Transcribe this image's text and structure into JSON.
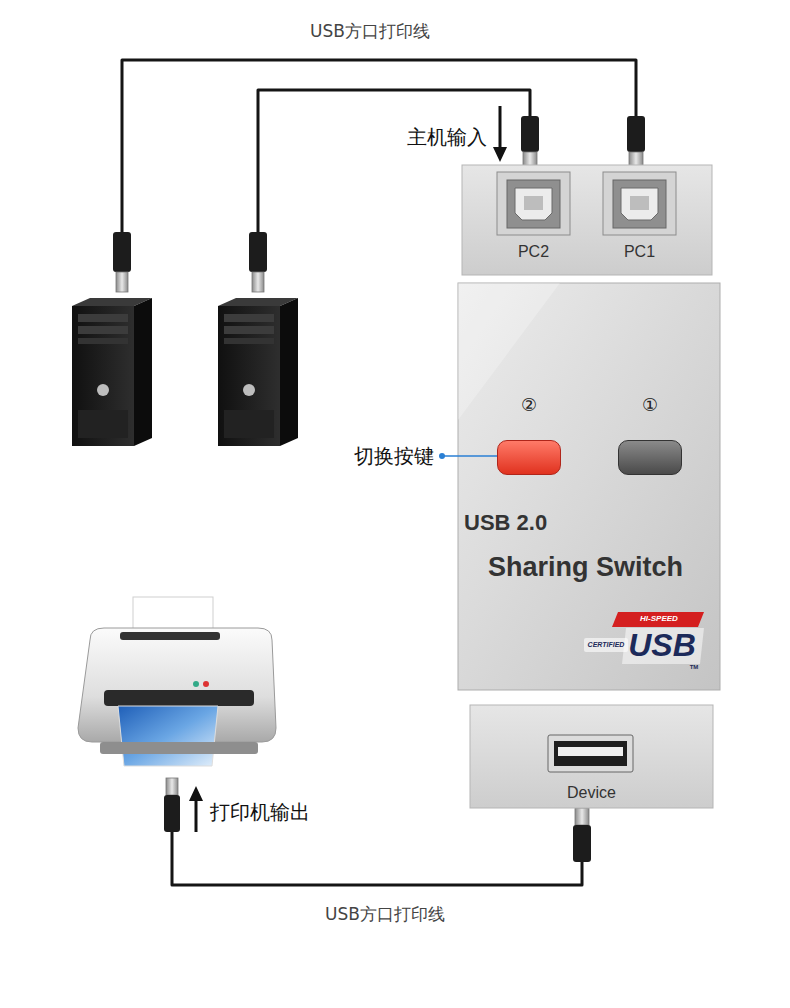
{
  "diagram": {
    "nodes": [
      {
        "text": [
          "PC2"
        ]
      },
      {
        "text": [
          "PC1"
        ]
      },
      {
        "text": [
          "USB 2.0",
          "Sharing Switch"
        ]
      },
      {
        "text": [
          "②"
        ],
        "in": 2
      },
      {
        "text": [
          "①"
        ],
        "in": 2
      },
      {
        "text": [
          "Device"
        ]
      }
    ],
    "labels": [
      "USB方口打印线",
      "主机输入",
      "切换按键",
      "HI-SPEED",
      "CERTIFIED",
      "USB",
      "TM",
      "打印机输出",
      "USB方口打印线"
    ]
  }
}
